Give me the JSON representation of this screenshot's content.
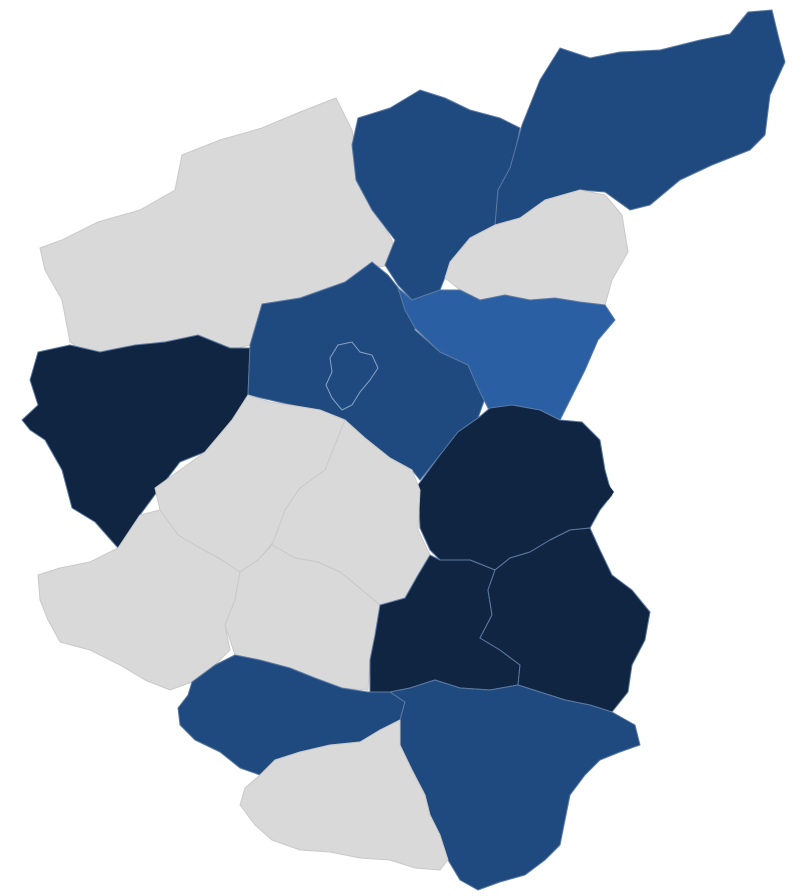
{
  "map": {
    "colors": {
      "none": "#d9d9d9",
      "dark": "#0f2541",
      "medium": "#1f4a80",
      "light": "#2a5fa3",
      "background": "#ffffff"
    },
    "regions": [
      {
        "name": "region-northwest",
        "level": "none"
      },
      {
        "name": "region-west",
        "level": "dark"
      },
      {
        "name": "region-north-central",
        "level": "medium"
      },
      {
        "name": "region-northeast-tail",
        "level": "medium"
      },
      {
        "name": "region-northeast-gray",
        "level": "none"
      },
      {
        "name": "region-central",
        "level": "medium"
      },
      {
        "name": "region-central-east",
        "level": "light"
      },
      {
        "name": "region-east",
        "level": "dark"
      },
      {
        "name": "region-southwest-a",
        "level": "none"
      },
      {
        "name": "region-southwest-b",
        "level": "none"
      },
      {
        "name": "region-southwest-c",
        "level": "none"
      },
      {
        "name": "region-southwest-d",
        "level": "none"
      },
      {
        "name": "region-south-central",
        "level": "dark"
      },
      {
        "name": "region-southeast",
        "level": "dark"
      },
      {
        "name": "region-south-west",
        "level": "medium"
      },
      {
        "name": "region-south",
        "level": "medium"
      },
      {
        "name": "region-far-south-gray",
        "level": "none"
      }
    ]
  }
}
